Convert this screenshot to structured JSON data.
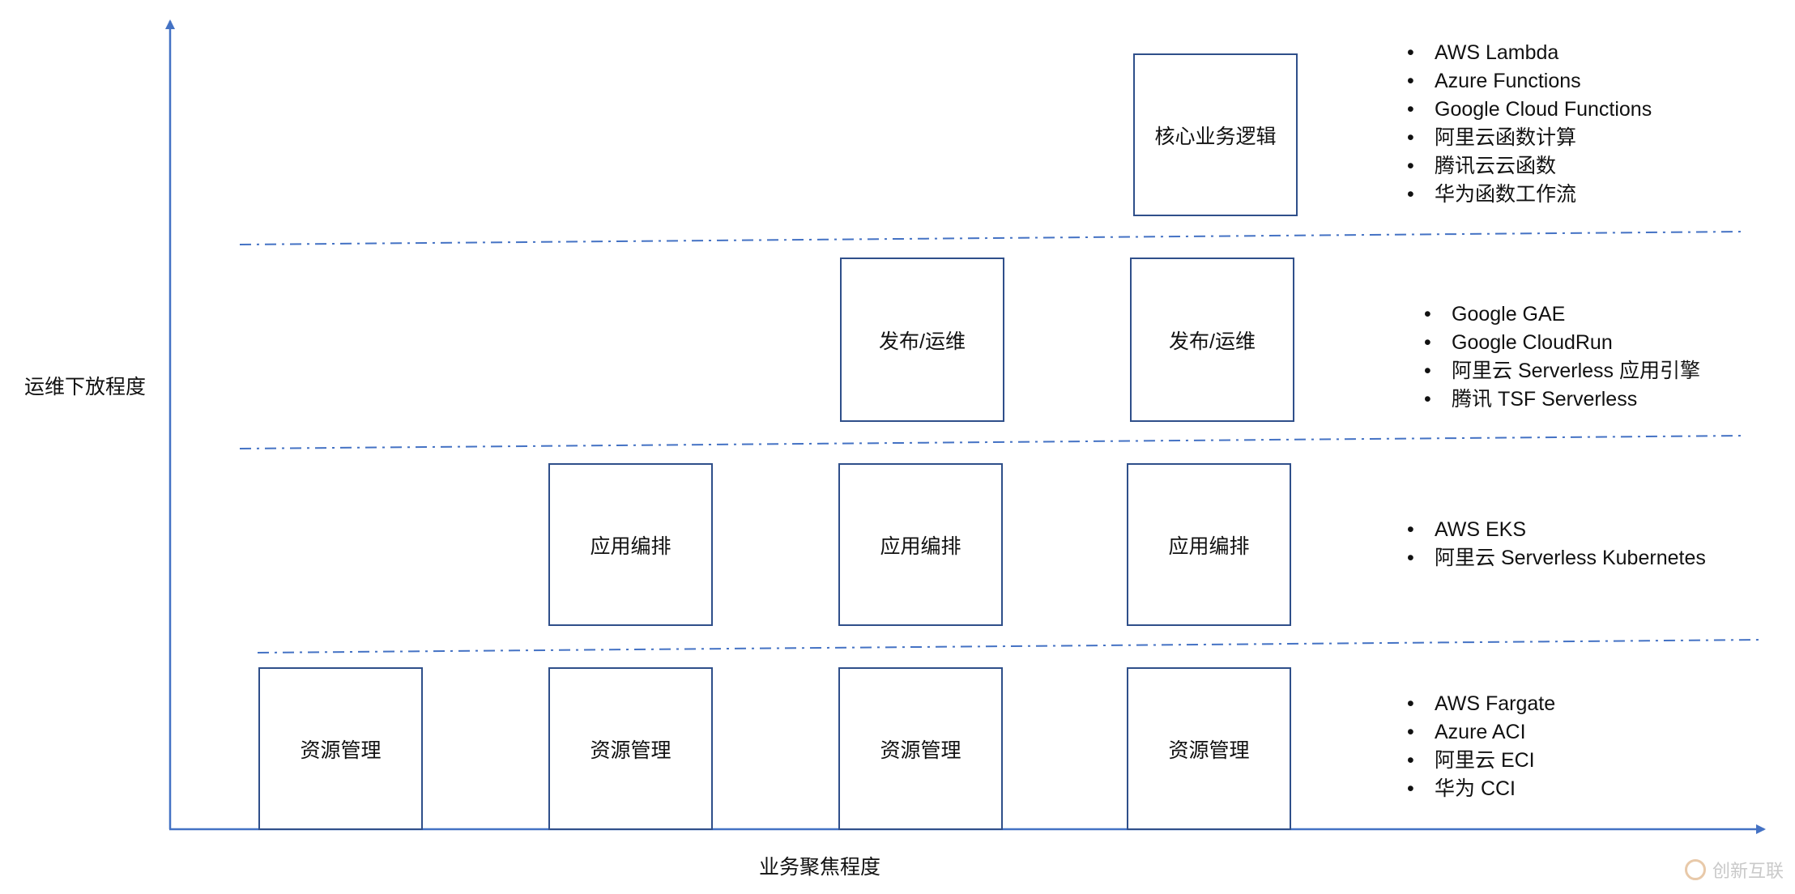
{
  "axes": {
    "y_label": "运维下放程度",
    "x_label": "业务聚焦程度"
  },
  "boxes": {
    "level4": {
      "b4": "核心业务逻辑"
    },
    "level3": {
      "b3": "发布/运维",
      "b4": "发布/运维"
    },
    "level2": {
      "b2": "应用编排",
      "b3": "应用编排",
      "b4": "应用编排"
    },
    "level1": {
      "b1": "资源管理",
      "b2": "资源管理",
      "b3": "资源管理",
      "b4": "资源管理"
    }
  },
  "lists": {
    "faas": [
      "AWS Lambda",
      "Azure Functions",
      "Google Cloud Functions",
      "阿里云函数计算",
      "腾讯云云函数",
      "华为函数工作流"
    ],
    "paas": [
      "Google GAE",
      "Google CloudRun",
      "阿里云 Serverless 应用引擎",
      "腾讯 TSF Serverless"
    ],
    "k8s": [
      "AWS EKS",
      "阿里云 Serverless Kubernetes"
    ],
    "container": [
      "AWS Fargate",
      "Azure ACI",
      "阿里云 ECI",
      "华为 CCI"
    ]
  },
  "watermark": {
    "text": "创新互联"
  },
  "colors": {
    "axis": "#4472c4",
    "box_border": "#2f4f8a",
    "separator": "#4472c4"
  }
}
